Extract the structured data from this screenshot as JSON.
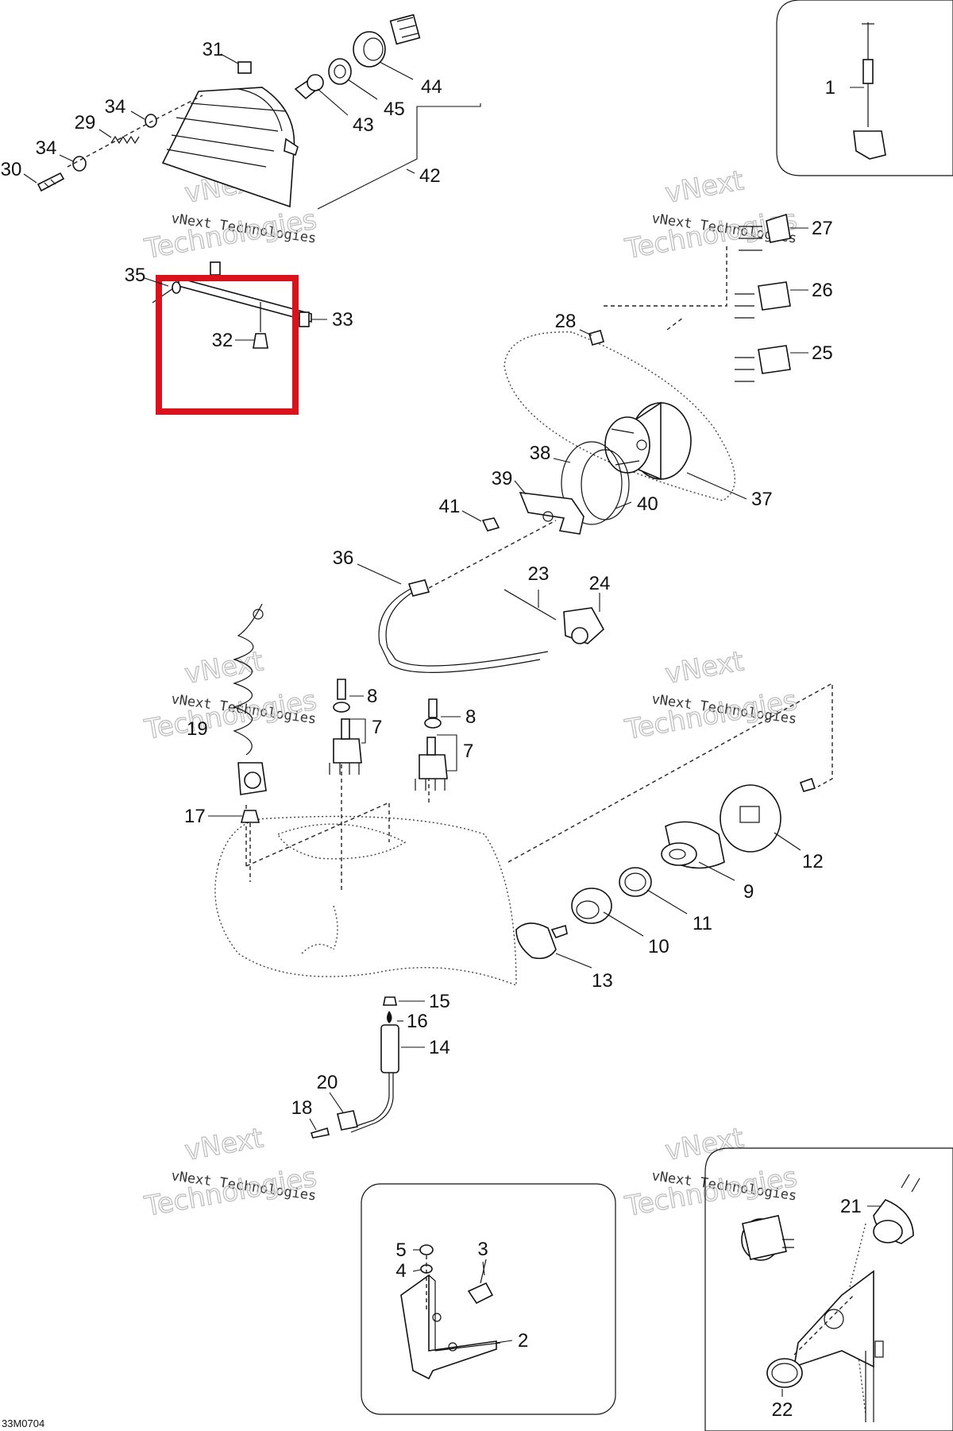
{
  "diagram": {
    "drawing_code": "33M0704",
    "watermark": {
      "line1": "vNext",
      "line2": "Technologies",
      "company": "vNext Technologies"
    },
    "part_numbers": [
      "1",
      "2",
      "3",
      "4",
      "5",
      "7",
      "7",
      "8",
      "8",
      "9",
      "10",
      "11",
      "12",
      "13",
      "14",
      "15",
      "16",
      "17",
      "18",
      "19",
      "20",
      "21",
      "22",
      "23",
      "24",
      "25",
      "26",
      "27",
      "28",
      "29",
      "30",
      "31",
      "32",
      "33",
      "34",
      "34",
      "35",
      "36",
      "37",
      "38",
      "39",
      "40",
      "41",
      "42",
      "43",
      "44",
      "45"
    ],
    "highlight": {
      "color": "#d9121b",
      "contains": [
        "32"
      ]
    }
  }
}
